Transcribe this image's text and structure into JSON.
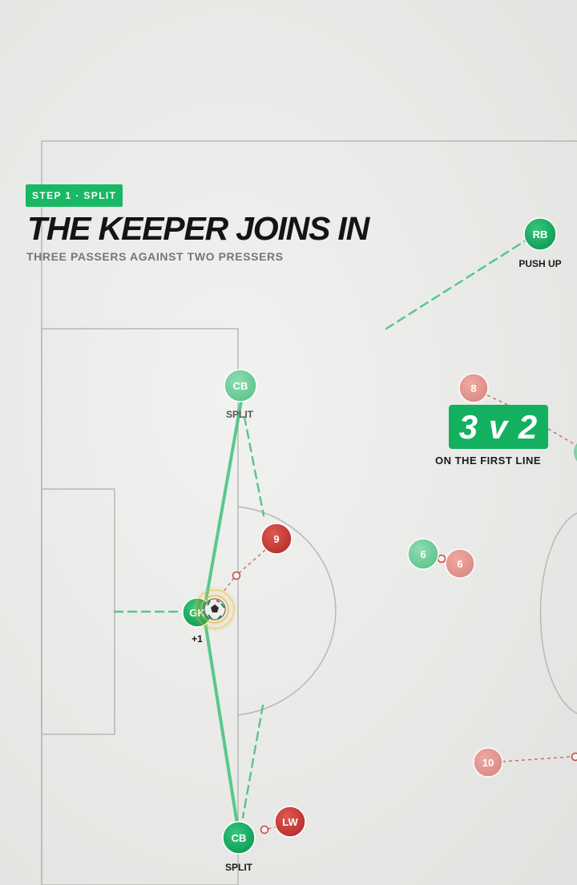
{
  "header": {
    "badge": "STEP 1 · SPLIT",
    "title": "THE KEEPER JOINS IN",
    "subtitle": "THREE PASSERS AGAINST TWO PRESSERS"
  },
  "callout": {
    "value": "3 v 2",
    "caption": "ON THE FIRST LINE"
  },
  "colors": {
    "team": "#1aa862",
    "opponent": "#c8433d",
    "accent": "#19b865",
    "pitch_lines": "#b9bab7"
  },
  "players": {
    "rb": {
      "label": "RB",
      "note": "PUSH UP"
    },
    "cb_top": {
      "label": "CB",
      "note": "SPLIT"
    },
    "cb_bottom": {
      "label": "CB",
      "note": "SPLIT"
    },
    "gk": {
      "label": "GK",
      "note": "+1"
    },
    "six": {
      "label": "6"
    },
    "opp_nine": {
      "label": "9"
    },
    "opp_lw": {
      "label": "LW"
    },
    "opp_eight": {
      "label": "8"
    },
    "opp_six": {
      "label": "6"
    },
    "opp_ten": {
      "label": "10"
    }
  }
}
